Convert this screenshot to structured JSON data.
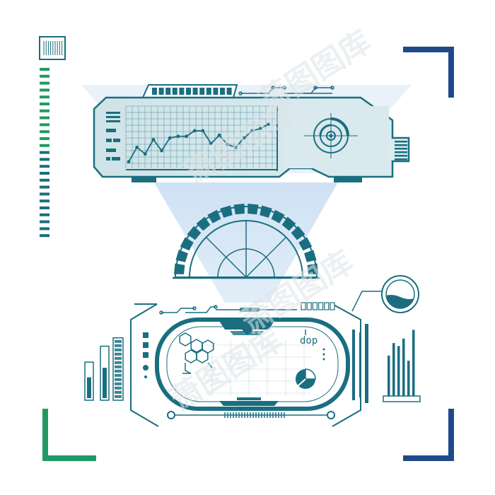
{
  "watermark": {
    "text": "萧图图库"
  },
  "palette": {
    "teal": "#1a6e80",
    "dark_teal": "#0f5a6a",
    "green": "#1f9a63",
    "navy": "#1f4a8a",
    "panel_fill": "#d5e6ea",
    "panel_bg": "#eef5f7",
    "beam": "#cfe0f0"
  },
  "top_panel": {
    "line_chart": {
      "values": [
        0.12,
        0.38,
        0.26,
        0.52,
        0.32,
        0.55,
        0.58,
        0.58,
        0.68,
        0.68,
        0.45,
        0.6,
        0.43,
        0.38,
        0.55,
        0.68,
        0.72,
        0.8
      ]
    },
    "icon": "radar-icon"
  },
  "gauge": {
    "segments": 16,
    "icon": "semicircle-gauge-icon"
  },
  "bottom_panel": {
    "left_bars": [
      0.55,
      0.78,
      0.9
    ],
    "right_bars": [
      0.55,
      0.72,
      0.68,
      0.78,
      0.48,
      0.9
    ],
    "liquid_level": 0.4,
    "pie_icon": "pie-chart-icon",
    "molecule_icon": "hexagon-molecule-icon",
    "logo_glyphs": "dop"
  }
}
